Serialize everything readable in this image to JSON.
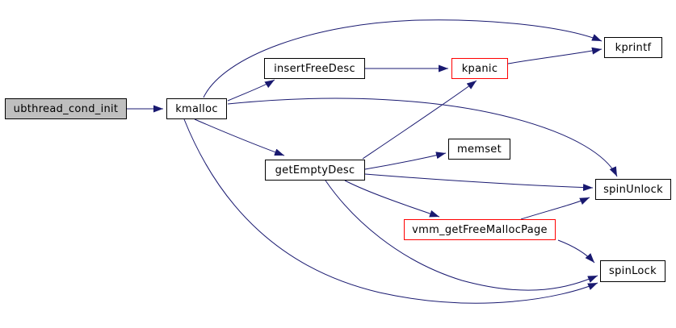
{
  "diagram": {
    "type": "call-graph",
    "root_function": "ubthread_cond_init",
    "colors": {
      "edge": "#191970",
      "node_border": "#000000",
      "truncated_node_border": "#ff0000",
      "root_node_fill": "#bfbfbf",
      "node_fill": "#ffffff",
      "text": "#000000",
      "background": "#ffffff"
    },
    "nodes": [
      {
        "id": "ubthread_cond_init",
        "label": "ubthread_cond_init",
        "role": "root"
      },
      {
        "id": "kmalloc",
        "label": "kmalloc",
        "role": "function"
      },
      {
        "id": "insertFreeDesc",
        "label": "insertFreeDesc",
        "role": "function"
      },
      {
        "id": "kpanic",
        "label": "kpanic",
        "role": "truncated"
      },
      {
        "id": "kprintf",
        "label": "kprintf",
        "role": "function"
      },
      {
        "id": "getEmptyDesc",
        "label": "getEmptyDesc",
        "role": "function"
      },
      {
        "id": "memset",
        "label": "memset",
        "role": "function"
      },
      {
        "id": "spinUnlock",
        "label": "spinUnlock",
        "role": "function"
      },
      {
        "id": "vmm_getFreeMallocPage",
        "label": "vmm_getFreeMallocPage",
        "role": "truncated"
      },
      {
        "id": "spinLock",
        "label": "spinLock",
        "role": "function"
      }
    ],
    "edges": [
      {
        "from": "ubthread_cond_init",
        "to": "kmalloc"
      },
      {
        "from": "kmalloc",
        "to": "insertFreeDesc"
      },
      {
        "from": "kmalloc",
        "to": "kprintf"
      },
      {
        "from": "kmalloc",
        "to": "getEmptyDesc"
      },
      {
        "from": "kmalloc",
        "to": "spinUnlock"
      },
      {
        "from": "kmalloc",
        "to": "spinLock"
      },
      {
        "from": "insertFreeDesc",
        "to": "kpanic"
      },
      {
        "from": "kpanic",
        "to": "kprintf"
      },
      {
        "from": "getEmptyDesc",
        "to": "kpanic"
      },
      {
        "from": "getEmptyDesc",
        "to": "memset"
      },
      {
        "from": "getEmptyDesc",
        "to": "spinUnlock"
      },
      {
        "from": "getEmptyDesc",
        "to": "vmm_getFreeMallocPage"
      },
      {
        "from": "getEmptyDesc",
        "to": "spinLock"
      },
      {
        "from": "vmm_getFreeMallocPage",
        "to": "spinUnlock"
      },
      {
        "from": "vmm_getFreeMallocPage",
        "to": "spinLock"
      }
    ]
  }
}
